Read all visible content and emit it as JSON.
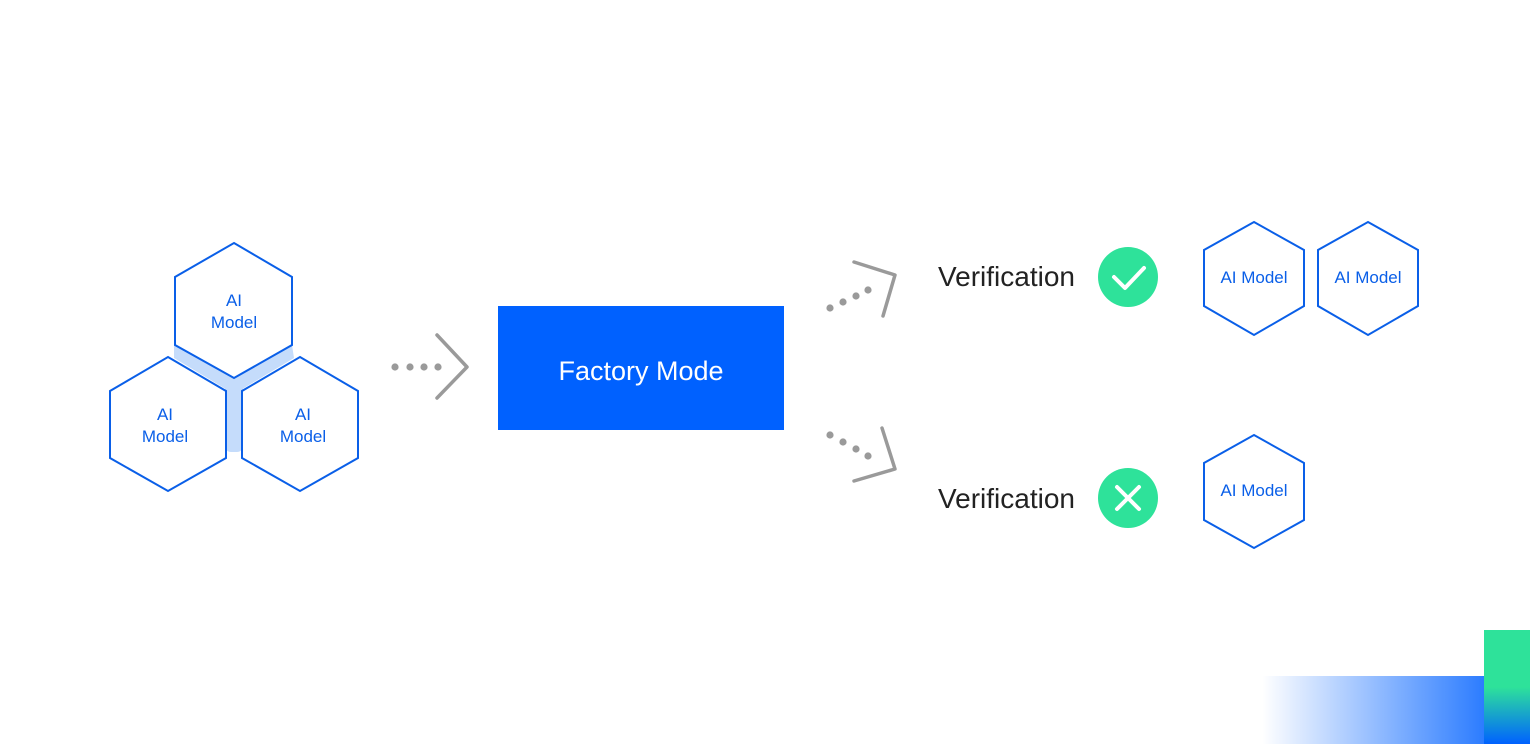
{
  "colors": {
    "primary_blue": "#0061ff",
    "hex_stroke": "#0a5fe8",
    "connector_fill": "#c5dcfb",
    "success_green": "#2ee29a",
    "arrow_gray": "#9a9a9a",
    "text_dark": "#222222",
    "white": "#ffffff"
  },
  "input_cluster": {
    "models": [
      {
        "line1": "AI",
        "line2": "Model"
      },
      {
        "line1": "AI",
        "line2": "Model"
      },
      {
        "line1": "AI",
        "line2": "Model"
      }
    ]
  },
  "factory": {
    "label": "Factory Mode"
  },
  "outcomes": {
    "pass": {
      "label": "Verification",
      "icon": "checkmark-icon",
      "models": [
        "AI Model",
        "AI Model"
      ]
    },
    "fail": {
      "label": "Verification",
      "icon": "cross-icon",
      "models": [
        "AI Model"
      ]
    }
  }
}
